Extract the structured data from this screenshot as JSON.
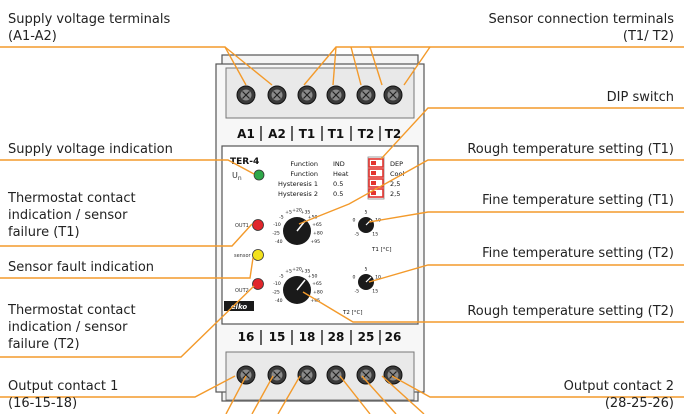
{
  "callouts": {
    "supply_terminals": [
      "Supply voltage terminals",
      "(A1-A2)"
    ],
    "sensor_terminals": [
      "Sensor connection terminals",
      "(T1/ T2)"
    ],
    "dip_switch": "DIP switch",
    "supply_indication": "Supply voltage indication",
    "rough_t1": "Rough temperature setting (T1)",
    "thermostat_t1": [
      "Thermostat contact",
      "indication / sensor",
      "failure (T1)"
    ],
    "fine_t1": "Fine temperature setting (T1)",
    "fine_t2": "Fine temperature setting (T2)",
    "sensor_fault": "Sensor fault indication",
    "thermostat_t2": [
      "Thermostat contact",
      "indication / sensor",
      "failure (T2)"
    ],
    "rough_t2": "Rough temperature setting (T2)",
    "output1": [
      "Output contact 1",
      "(16-15-18)"
    ],
    "output2": [
      "Output contact 2",
      "(28-25-26)"
    ]
  },
  "device": {
    "top_terminals": [
      "A1",
      "A2",
      "T1",
      "T1",
      "T2",
      "T2"
    ],
    "bottom_terminals": [
      "16",
      "15",
      "18",
      "28",
      "25",
      "26"
    ],
    "model": "TER-4",
    "un_label": "U",
    "un_sub": "n",
    "function_rows": [
      {
        "label": "Function",
        "value": "IND",
        "dip": "DEP"
      },
      {
        "label": "Function",
        "value": "Heat",
        "dip": "Cool"
      },
      {
        "label": "Hysteresis 1",
        "value": "0.5",
        "dip": "2,5"
      },
      {
        "label": "Hysteresis 2",
        "value": "0.5",
        "dip": "2,5"
      }
    ],
    "led_labels": [
      "OUT1",
      "sensor",
      "OUT2"
    ],
    "t1_unit": "T1 [°C]",
    "t2_unit": "T2 [°C]",
    "rough_scale": [
      "-40",
      "-25",
      "-10",
      "-5",
      "+5",
      "+20",
      "+35",
      "+50",
      "+65",
      "+80",
      "+95"
    ],
    "fine_scale": [
      "-5",
      "0",
      "5",
      "10",
      "15"
    ],
    "brand": "elko"
  },
  "colors": {
    "leader": "#f39a2b",
    "led_green": "#2fa84a",
    "led_red": "#e0262b",
    "led_yellow": "#f2e11d",
    "dip_red": "#e3342f"
  }
}
